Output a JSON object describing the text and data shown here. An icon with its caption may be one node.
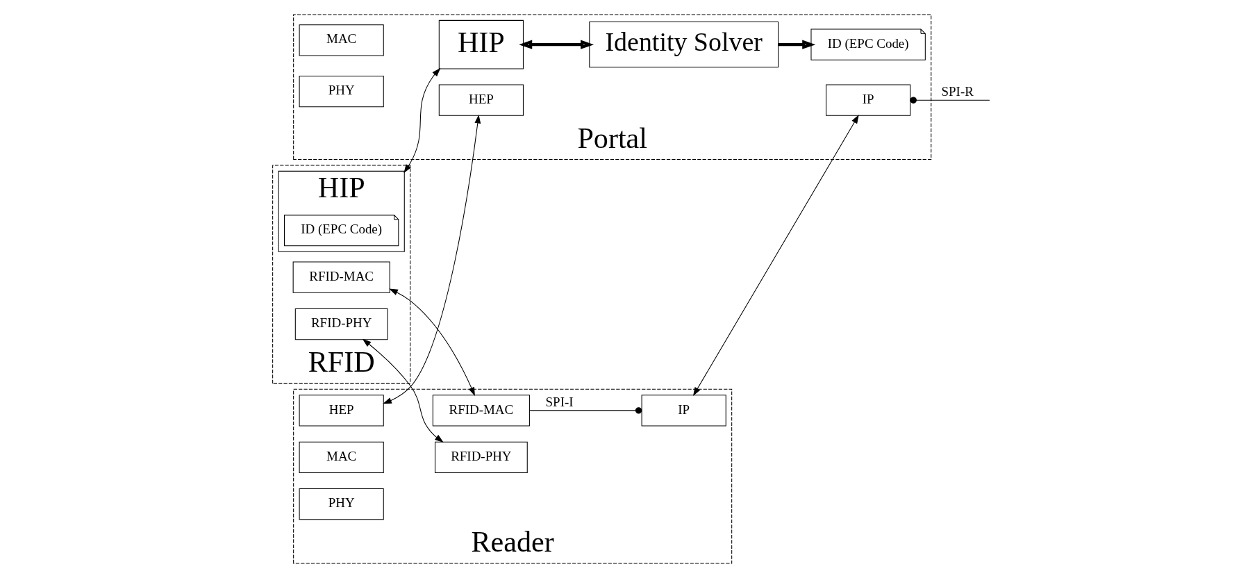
{
  "diagram": {
    "nodes": [
      {
        "text": [
          "RFID"
        ]
      },
      {
        "text": [
          "HIP"
        ],
        "in": 0
      },
      {
        "text": [
          "ID (EPC Code)"
        ],
        "in": 1
      },
      {
        "text": [
          "RFID-MAC"
        ],
        "in": 0
      },
      {
        "text": [
          "RFID-PHY"
        ],
        "in": 0
      },
      {
        "text": [
          "Reader"
        ]
      },
      {
        "text": [
          "RFID-MAC"
        ],
        "in": 5
      },
      {
        "text": [
          "RFID-PHY"
        ],
        "in": 5
      },
      {
        "text": [
          "HEP"
        ],
        "in": 5
      },
      {
        "text": [
          "IP"
        ],
        "in": 5
      },
      {
        "text": [
          "MAC"
        ],
        "in": 5
      },
      {
        "text": [
          "PHY"
        ],
        "in": 5
      },
      {
        "text": [
          "Portal"
        ]
      },
      {
        "text": [
          "HIP"
        ],
        "in": 12
      },
      {
        "text": [
          "Identity Solver"
        ],
        "in": 12
      },
      {
        "text": [
          "HEP"
        ],
        "in": 12
      },
      {
        "text": [
          "IP"
        ],
        "in": 12
      },
      {
        "text": [
          "MAC"
        ],
        "in": 12
      },
      {
        "text": [
          "PHY"
        ],
        "in": 12
      },
      {
        "text": [
          "ID (EPC Code)"
        ],
        "in": 12
      }
    ],
    "edges": [
      {
        "from": 1,
        "to": 13,
        "arrow": "both"
      },
      {
        "from": 13,
        "to": 14,
        "arrow": "both",
        "style": "thick"
      },
      {
        "from": 14,
        "to": 19,
        "arrow": "to",
        "style": "thick"
      },
      {
        "from": 8,
        "to": 15,
        "arrow": "both"
      },
      {
        "from": 9,
        "to": 16,
        "arrow": "both"
      },
      {
        "from": 3,
        "to": 6,
        "arrow": "both"
      },
      {
        "from": 4,
        "to": 7,
        "arrow": "both"
      },
      {
        "from": 6,
        "to": 9,
        "arrow": "other",
        "label": "SPI-I"
      },
      {
        "from": 16,
        "to": null,
        "arrow": "other",
        "label": "SPI-R"
      }
    ]
  }
}
